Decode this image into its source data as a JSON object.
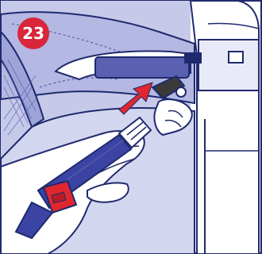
{
  "step": {
    "number": "23",
    "badge_color": "#d9263a"
  },
  "colors": {
    "outline": "#1f2a6e",
    "fabric_light": "#c6c9e8",
    "fabric_mid": "#9fa4d8",
    "fabric_dark": "#5a61b0",
    "belt_strap": "#3b43a3",
    "buckle_red": "#e0262e",
    "connector_dark": "#3a3a3a",
    "arrow_red": "#e0262e",
    "skin": "#ffffff"
  },
  "illustration": {
    "description_icons": [
      "car-seat-frame",
      "isofix-bar",
      "belt-strap",
      "belt-tongue",
      "red-buckle",
      "insert-arrow",
      "left-hand",
      "right-hand"
    ]
  }
}
